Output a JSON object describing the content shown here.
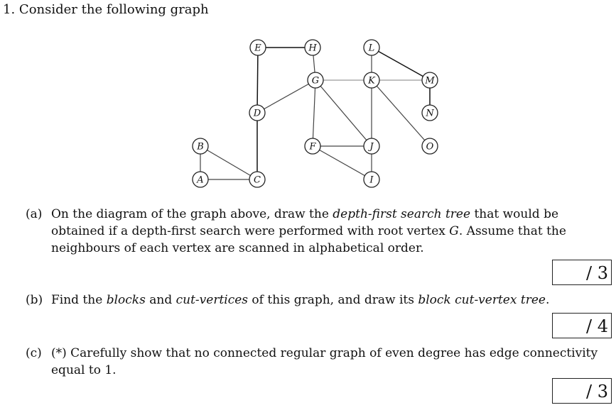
{
  "question": {
    "number": "1.",
    "title": "Consider the following graph"
  },
  "graph": {
    "nodes": [
      "A",
      "B",
      "C",
      "D",
      "E",
      "F",
      "G",
      "H",
      "I",
      "J",
      "K",
      "L",
      "M",
      "N",
      "O"
    ],
    "edges": [
      [
        "E",
        "H"
      ],
      [
        "E",
        "D"
      ],
      [
        "D",
        "C"
      ],
      [
        "D",
        "G"
      ],
      [
        "G",
        "H"
      ],
      [
        "G",
        "K"
      ],
      [
        "G",
        "F"
      ],
      [
        "G",
        "J"
      ],
      [
        "K",
        "L"
      ],
      [
        "K",
        "M"
      ],
      [
        "K",
        "J"
      ],
      [
        "K",
        "O"
      ],
      [
        "L",
        "M"
      ],
      [
        "M",
        "N"
      ],
      [
        "F",
        "J"
      ],
      [
        "F",
        "I"
      ],
      [
        "J",
        "I"
      ],
      [
        "B",
        "A"
      ],
      [
        "A",
        "C"
      ],
      [
        "B",
        "C"
      ]
    ]
  },
  "parts": [
    {
      "label": "(a)",
      "segments": [
        {
          "t": "On the diagram of the graph above, draw the ",
          "i": false
        },
        {
          "t": "depth-first search tree",
          "i": true
        },
        {
          "t": " that would be obtained if a depth-first search were performed with root vertex ",
          "i": false
        },
        {
          "t": "G",
          "i": true
        },
        {
          "t": ". Assume that the neighbours of each vertex are scanned in alphabetical order.",
          "i": false
        }
      ],
      "score": "/ 3"
    },
    {
      "label": "(b)",
      "segments": [
        {
          "t": "Find the ",
          "i": false
        },
        {
          "t": "blocks",
          "i": true
        },
        {
          "t": " and ",
          "i": false
        },
        {
          "t": "cut-vertices",
          "i": true
        },
        {
          "t": " of this graph, and draw its ",
          "i": false
        },
        {
          "t": "block cut-vertex tree",
          "i": true
        },
        {
          "t": ".",
          "i": false
        }
      ],
      "score": "/ 4"
    },
    {
      "label": "(c)",
      "segments": [
        {
          "t": "(*) Carefully show that no connected regular graph of even degree has edge connectivity equal to 1.",
          "i": false
        }
      ],
      "score": "/ 3"
    }
  ]
}
